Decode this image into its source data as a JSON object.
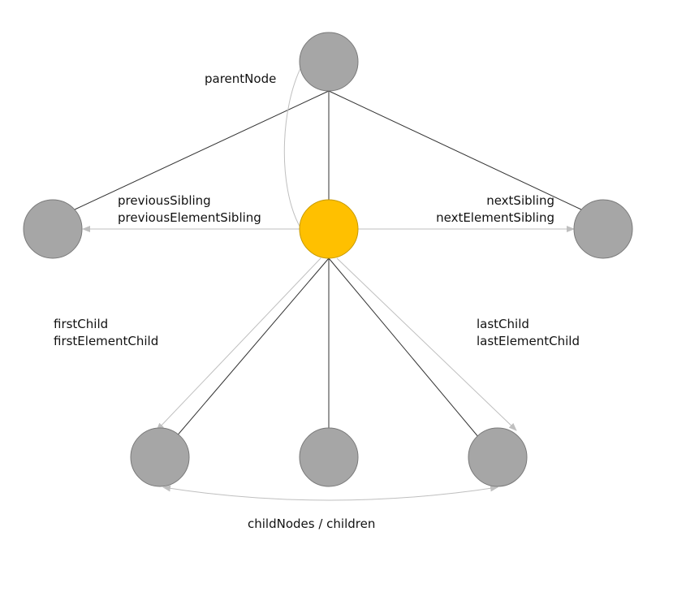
{
  "colors": {
    "node": "#a6a6a6",
    "node_stroke": "#7a7a7a",
    "current": "#ffc000",
    "current_stroke": "#c79a00",
    "edge": "#333333",
    "pointer": "#bfbfbf"
  },
  "labels": {
    "parent": "parentNode",
    "prev_1": "previousSibling",
    "prev_2": "previousElementSibling",
    "next_1": "nextSibling",
    "next_2": "nextElementSibling",
    "first_1": "firstChild",
    "first_2": "firstElementChild",
    "last_1": "lastChild",
    "last_2": "lastElementChild",
    "children": "childNodes / children"
  }
}
